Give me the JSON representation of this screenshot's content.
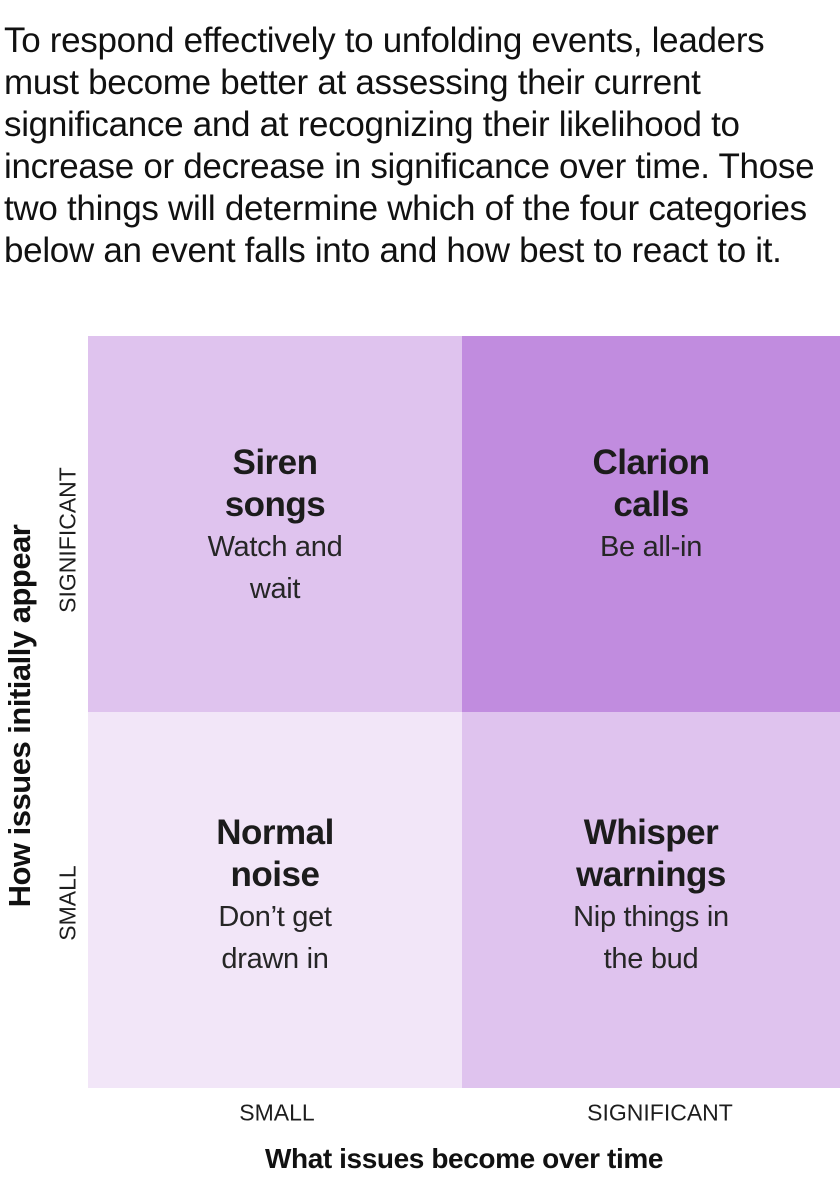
{
  "intro": {
    "lines": [
      "To respond effectively to unfolding events, leaders",
      "must become better at assessing their current",
      "significance and at recognizing their likelihood to",
      "increase or decrease in significance over time. Those",
      "two things will determine which of the four categories",
      "below an event falls into and how best to react to it."
    ]
  },
  "matrix": {
    "quadrants": [
      {
        "id": "top-left",
        "title": [
          "Siren",
          "songs"
        ],
        "action": [
          "Watch and",
          "wait"
        ],
        "color": "#DFC3EE"
      },
      {
        "id": "top-right",
        "title": [
          "Clarion",
          "calls"
        ],
        "action": [
          "Be all-in"
        ],
        "color": "#C18CDF"
      },
      {
        "id": "bottom-left",
        "title": [
          "Normal",
          "noise"
        ],
        "action": [
          "Don’t get",
          "drawn in"
        ],
        "color": "#F2E6F8"
      },
      {
        "id": "bottom-right",
        "title": [
          "Whisper",
          "warnings"
        ],
        "action": [
          "Nip things in",
          "the bud"
        ],
        "color": "#DFC3EE"
      }
    ],
    "y_axis": {
      "title": "How issues initially appear",
      "tick_top": "SIGNIFICANT",
      "tick_bottom": "SMALL"
    },
    "x_axis": {
      "title": "What issues become over time",
      "tick_left": "SMALL",
      "tick_right": "SIGNIFICANT"
    }
  },
  "colors": {
    "background": "#FFFFFF",
    "heading_text": "#1C1C1C",
    "body_text": "#111111"
  }
}
